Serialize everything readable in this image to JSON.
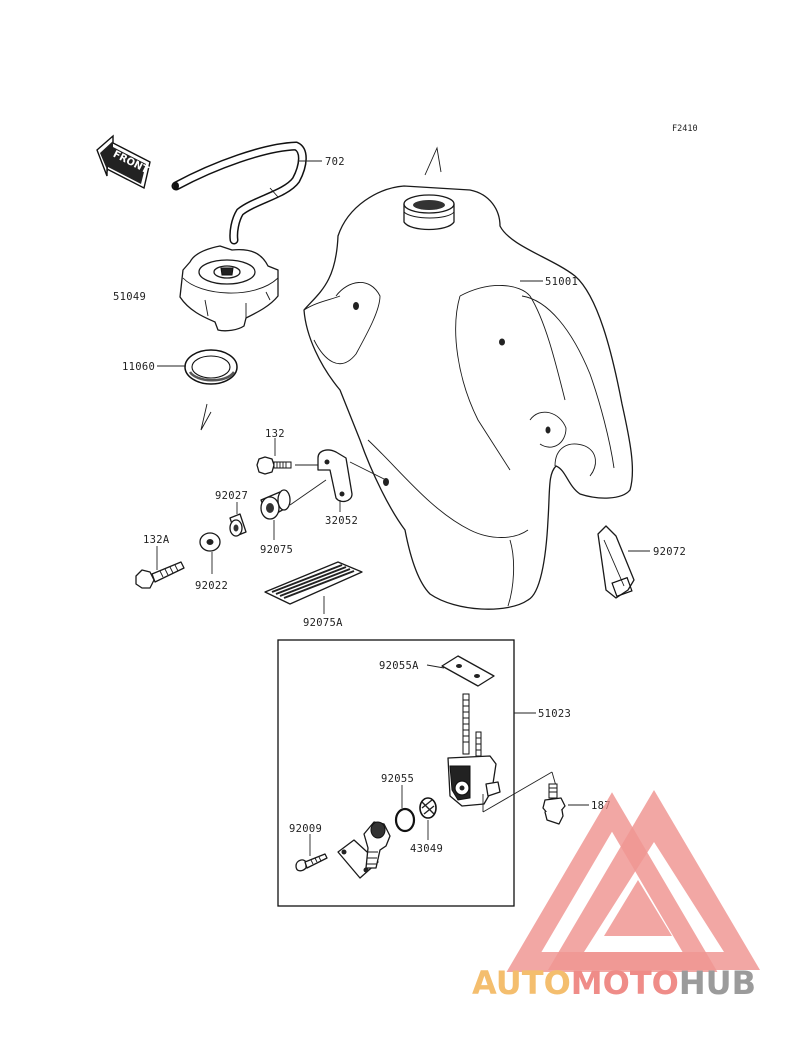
{
  "diagram_code": "F2410",
  "front_label": "FRONT",
  "parts": [
    {
      "id": "p702",
      "number": "702"
    },
    {
      "id": "p51001",
      "number": "51001"
    },
    {
      "id": "p51049",
      "number": "51049"
    },
    {
      "id": "p11060",
      "number": "11060"
    },
    {
      "id": "p132",
      "number": "132"
    },
    {
      "id": "p92027",
      "number": "92027"
    },
    {
      "id": "p32052",
      "number": "32052"
    },
    {
      "id": "p92075",
      "number": "92075"
    },
    {
      "id": "p132A",
      "number": "132A"
    },
    {
      "id": "p92022",
      "number": "92022"
    },
    {
      "id": "p92075A",
      "number": "92075A"
    },
    {
      "id": "p92072",
      "number": "92072"
    },
    {
      "id": "p92055A",
      "number": "92055A"
    },
    {
      "id": "p51023",
      "number": "51023"
    },
    {
      "id": "p92055",
      "number": "92055"
    },
    {
      "id": "p187",
      "number": "187"
    },
    {
      "id": "p92009",
      "number": "92009"
    },
    {
      "id": "p43049",
      "number": "43049"
    }
  ],
  "watermark": {
    "part1": "AUTO",
    "part2": "MOTO",
    "part3": "HUB",
    "colors": {
      "auto": "#f4be6e",
      "moto": "#ef8c88",
      "hub": "#9b9b9b",
      "logo": "#ef8c88"
    }
  }
}
